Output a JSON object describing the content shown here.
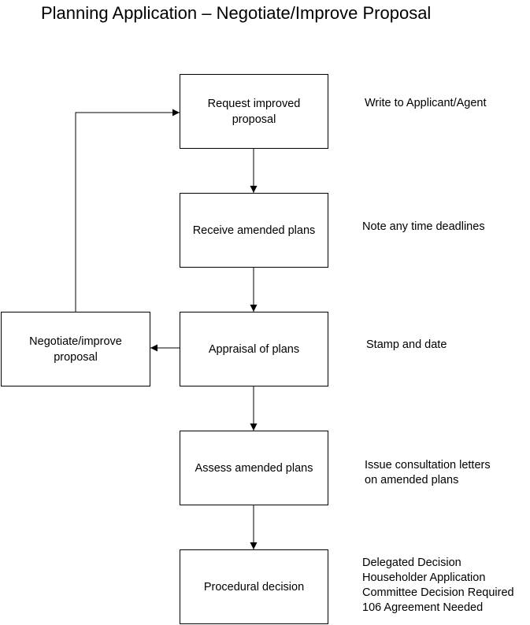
{
  "title": "Planning Application – Negotiate/Improve Proposal",
  "boxes": {
    "request": "Request improved proposal",
    "receive": "Receive amended plans",
    "appraisal": "Appraisal of plans",
    "negotiate": "Negotiate/improve proposal",
    "assess": "Assess amended plans",
    "decision": "Procedural decision"
  },
  "notes": {
    "request": "Write to Applicant/Agent",
    "receive": "Note any time deadlines",
    "appraisal": "Stamp and date",
    "assess": [
      "Issue consultation letters",
      "on amended plans"
    ],
    "decision": [
      "Delegated Decision",
      "Householder Application",
      "Committee Decision Required",
      "106 Agreement Needed"
    ]
  }
}
